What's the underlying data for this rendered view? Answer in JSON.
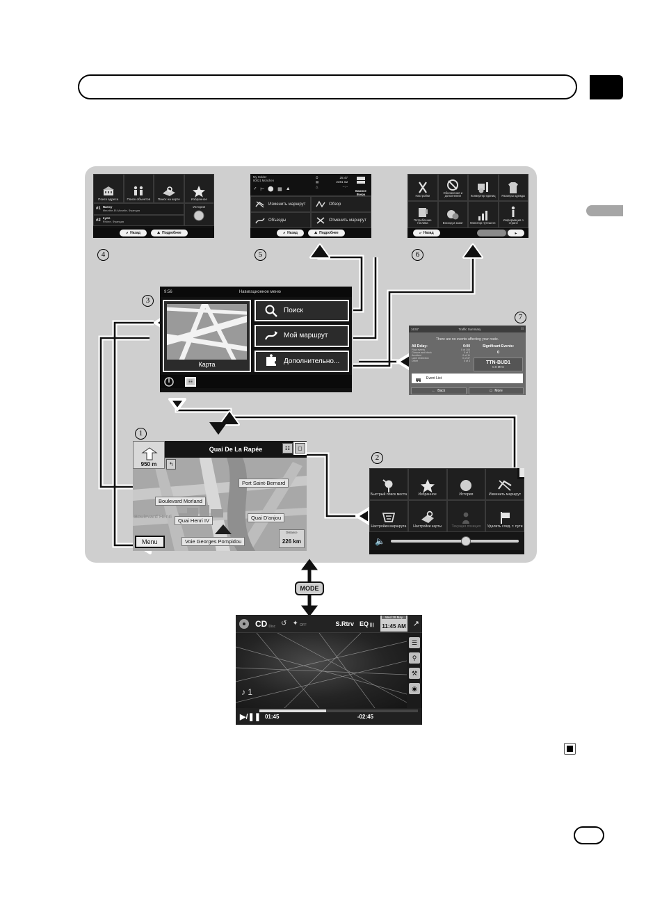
{
  "document": {
    "title_bar_text": "",
    "page_number": "",
    "side_tab": "",
    "stop_icon": "stop-square-icon"
  },
  "markers": {
    "one": "1",
    "two": "2",
    "three": "3",
    "four": "4",
    "five": "5",
    "six": "6",
    "seven": "7"
  },
  "mode_button": {
    "label": "MODE"
  },
  "panel4_search_menu": {
    "tiles": [
      {
        "label": "Поиск адреса",
        "icon": "address-search-icon"
      },
      {
        "label": "Поиск объектов",
        "icon": "poi-search-icon"
      },
      {
        "label": "Поиск на карте",
        "icon": "map-search-icon"
      },
      {
        "label": "Избранное",
        "icon": "star-icon"
      }
    ],
    "history_label": "История",
    "history_icon": "compass-icon",
    "recents": [
      {
        "rank": "#1",
        "name": "Nancy",
        "detail": "Meurthe-Et-Moselle, Франция"
      },
      {
        "rank": "#2",
        "name": "Lyon",
        "detail": "Rhône, Франция"
      }
    ],
    "buttons": {
      "back": "Назад",
      "more": "Подробнее"
    }
  },
  "panel5_my_route": {
    "destination_name": "My Golder",
    "destination_addr": "80021 München",
    "eta_label": "Важное",
    "eta_sub": "Вчера",
    "stats": [
      {
        "value": "25:47"
      },
      {
        "value": "2381 км"
      },
      {
        "value": "--:--"
      }
    ],
    "tiles": [
      {
        "label": "Изменить маршрут",
        "icon": "edit-route-icon"
      },
      {
        "label": "Обзор",
        "icon": "overview-icon"
      },
      {
        "label": "Объезды",
        "icon": "detour-icon"
      },
      {
        "label": "Отменить маршрут",
        "icon": "cancel-route-icon"
      }
    ],
    "buttons": {
      "back": "Назад",
      "more": "Подробнее"
    }
  },
  "panel6_more_menu": {
    "tiles": [
      {
        "label": "Настройки",
        "icon": "settings-icon"
      },
      {
        "label": "Обновления и дополнения",
        "icon": "updates-icon"
      },
      {
        "label": "Конвертер единиц",
        "icon": "unit-converter-icon"
      },
      {
        "label": "Размеры одежды",
        "icon": "clothing-size-icon"
      },
      {
        "label": "Потребление топлива",
        "icon": "fuel-icon"
      },
      {
        "label": "Восход и закат",
        "icon": "sunrise-sunset-icon"
      },
      {
        "label": "Монитор путешест.",
        "icon": "trip-monitor-icon"
      },
      {
        "label": "Информация о стране",
        "icon": "country-info-icon"
      }
    ],
    "buttons": {
      "back": "Назад",
      "next": "▸"
    }
  },
  "panel3_navigation_menu": {
    "clock": "9:56",
    "header_title": "Навигационное меню",
    "map_caption": "Карта",
    "buttons": [
      {
        "label": "Поиск",
        "icon": "magnifier-icon"
      },
      {
        "label": "Мой маршрут",
        "icon": "route-icon"
      },
      {
        "label": "Дополнительно...",
        "icon": "puzzle-icon"
      }
    ],
    "footer": {
      "power_icon": "power-icon",
      "traffic_icon": "traffic-icon"
    }
  },
  "panel7_traffic_summary": {
    "status_clock": "16:57",
    "title": "Traffic Summary",
    "note": "There are no events affecting your route.",
    "delay_label": "All Delay:",
    "delay_value": "0:00",
    "rows": [
      {
        "label": "Flow events",
        "value": "0 of 105"
      },
      {
        "label": "Closure and block",
        "value": "0 of 2"
      },
      {
        "label": "Accident",
        "value": "0 of 11"
      },
      {
        "label": "Lane restriction",
        "value": "0 of 37"
      },
      {
        "label": "Other",
        "value": "0 of 3"
      }
    ],
    "significant_label": "Significant Events:",
    "significant_value": "0",
    "event_list_label": "Event List",
    "station_name": "TTN-BUD1",
    "station_freq": "0.0 MHz",
    "buttons": {
      "back": "Back",
      "more": "More"
    }
  },
  "panel1_map": {
    "street": "Quai De La Rapée",
    "turn_distance": "950 m",
    "menu_button": "Menu",
    "labels": [
      "Port Saint-Bernard",
      "Boulevard Morland",
      "Quai Henri IV",
      "Quai D'anjou",
      "Voie Georges Pompidou",
      "Boulevard Henri"
    ],
    "distance_key": "Distance",
    "distance_value": "226 km",
    "icons": [
      "traffic-icon",
      "map-view-icon"
    ]
  },
  "panel2_quick_menu": {
    "tiles": [
      {
        "label": "Быстрый поиск места",
        "icon": "quick-poi-icon",
        "dim": false
      },
      {
        "label": "Избранное",
        "icon": "star-icon",
        "dim": false
      },
      {
        "label": "История",
        "icon": "history-icon",
        "dim": false
      },
      {
        "label": "Изменить маршрут",
        "icon": "edit-route-icon",
        "dim": false
      },
      {
        "label": "Настройки маршрута",
        "icon": "route-settings-icon",
        "dim": false
      },
      {
        "label": "Настройки карты",
        "icon": "map-settings-icon",
        "dim": false
      },
      {
        "label": "Текущая позиция",
        "icon": "current-position-icon",
        "dim": true
      },
      {
        "label": "Удалить след. т. пути",
        "icon": "flag-icon",
        "dim": false
      }
    ],
    "volume_icon": "speaker-icon",
    "next_button": "❯"
  },
  "media_player": {
    "source": "CD",
    "source_sub": "Disc",
    "repeat_icon": "repeat-icon",
    "shuffle_icon": "shuffle-icon",
    "shuffle_state": "OFF",
    "srtrv_label": "S.Rtrv",
    "srtrv_value": "—",
    "eq_label": "EQ",
    "eq_icon": "eq-bars-icon",
    "date": "Wed 28 May",
    "time": "11:45 AM",
    "expand_icon": "expand-arrow-icon",
    "track_number": "1",
    "elapsed": "01:45",
    "remaining": "-02:45",
    "play_pause": "▶/❚❚",
    "side_icons": [
      "list-icon",
      "search-icon",
      "tools-icon",
      "photo-icon"
    ]
  }
}
